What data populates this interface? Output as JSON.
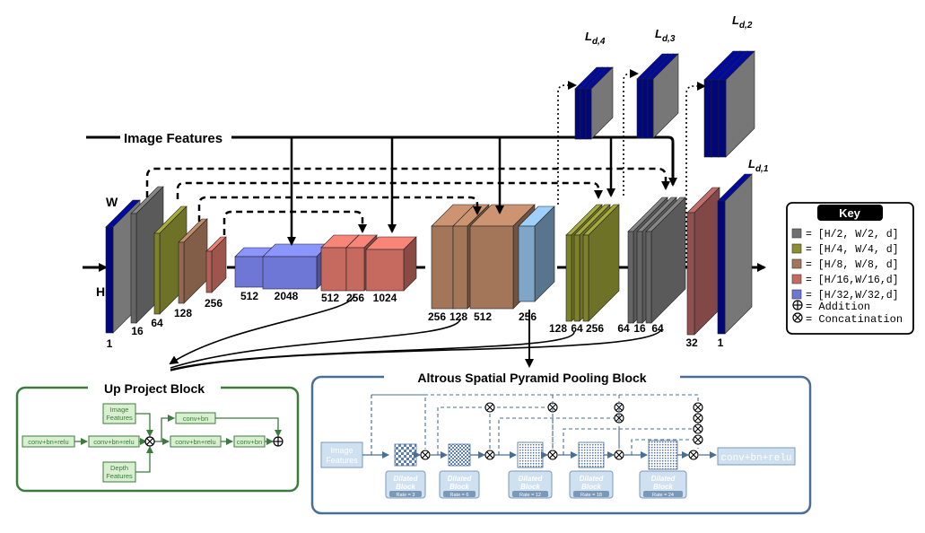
{
  "main": {
    "image_features": "Image Features",
    "w_label": "W",
    "h_label": "H",
    "blocks": [
      {
        "label": "1"
      },
      {
        "label": "16"
      },
      {
        "label": "64"
      },
      {
        "label": "128"
      },
      {
        "label": "256"
      },
      {
        "label": "512"
      },
      {
        "label": "2048"
      },
      {
        "label": "512"
      },
      {
        "label": "256"
      },
      {
        "label": "1024"
      },
      {
        "label": "256"
      },
      {
        "label": "128"
      },
      {
        "label": "512"
      },
      {
        "label": "256"
      },
      {
        "label": "128"
      },
      {
        "label": "64"
      },
      {
        "label": "256"
      },
      {
        "label": "64"
      },
      {
        "label": "16"
      },
      {
        "label": "64"
      },
      {
        "label": "32"
      },
      {
        "label": "1"
      }
    ],
    "losses": [
      "L",
      "L",
      "L",
      "L"
    ],
    "loss_subs": [
      "d,4",
      "d,3",
      "d,2",
      "d,1"
    ]
  },
  "key": {
    "title": "Key",
    "rows": [
      "= [H/2, W/2, d]",
      "= [H/4, W/4, d]",
      "= [H/8, W/8, d]",
      "= [H/16,W/16,d]",
      "= [H/32,W/32,d]"
    ],
    "colors": [
      "#707070",
      "#8a8f2f",
      "#a3765a",
      "#c66a60",
      "#6f77d6"
    ],
    "addition": "= Addition",
    "concat": "= Concatination"
  },
  "up_block": {
    "title": "Up Project Block",
    "image_features": [
      "Image",
      "Features"
    ],
    "depth_features": [
      "Depth",
      "Features"
    ],
    "cbr1": "conv+bn+relu",
    "cbr2": "conv+bn+relu",
    "cbr3": "conv+bn+relu",
    "cb_top": "conv+bn",
    "cb_right": "conv+bn"
  },
  "aspp": {
    "title": "Altrous Spatial Pyramid Pooling Block",
    "image_features": [
      "Image",
      "Features"
    ],
    "output": "conv+bn+relu",
    "dilated": [
      {
        "name": [
          "Dilated",
          "Block"
        ],
        "rate": "Rate = 3"
      },
      {
        "name": [
          "Dilated",
          "Block"
        ],
        "rate": "Rate = 6"
      },
      {
        "name": [
          "Dilated",
          "Block"
        ],
        "rate": "Rate = 12"
      },
      {
        "name": [
          "Dilated",
          "Block"
        ],
        "rate": "Rate = 18"
      },
      {
        "name": [
          "Dilated",
          "Block"
        ],
        "rate": "Rate = 24"
      }
    ]
  }
}
